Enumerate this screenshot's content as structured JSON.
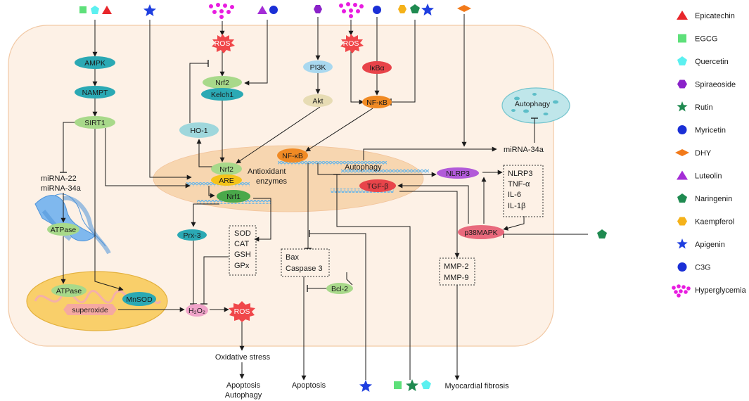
{
  "nodes": {
    "ampk": "AMPK",
    "nampt": "NAMPT",
    "sirt1": "SIRT1",
    "ros_top": "ROS",
    "nrf2_top": "Nrf2",
    "kelch1": "Kelch1",
    "ho1": "HO-1",
    "pi3k": "PI3K",
    "akt": "Akt",
    "ros_mid": "ROS",
    "ikba": "IκBα",
    "nfkb_top": "NF-κB",
    "nfkb_nuc": "NF-κB",
    "autophagy_cloud": "Autophagy",
    "mirna34a_right": "miRNA-34a",
    "autophagy_nuc": "Autophagy",
    "nrf2_nuc": "Nrf2",
    "are": "ARE",
    "antioxidant_1": "Antioxidant",
    "antioxidant_2": "enzymes",
    "nrf1": "Nrf1",
    "nlrp3": "NLRP3",
    "tgfb": "TGF-β",
    "mirna22": "miRNA-22",
    "mirna34a_left": "miRNA-34a",
    "atpase_er": "ATPase",
    "atpase_mito": "ATPase",
    "mnsod": "MnSOD",
    "superoxide": "superoxide",
    "prx3": "Prx-3",
    "h2o2": "H₂O₂",
    "ros_bottom": "ROS",
    "bcl2": "Bcl-2",
    "p38mapk": "p38MAPK"
  },
  "boxes": {
    "enzymes": [
      "SOD",
      "CAT",
      "GSH",
      "GPx"
    ],
    "cytokines": [
      "NLRP3",
      "TNF-α",
      "IL-6",
      "IL-1β"
    ],
    "bax": [
      "Bax",
      "Caspase 3"
    ],
    "mmp": [
      "MMP-2",
      "MMP-9"
    ]
  },
  "outcomes": {
    "oxidative_stress": "Oxidative stress",
    "apoptosis_autophagy_1": "Apoptosis",
    "apoptosis_autophagy_2": "Autophagy",
    "apoptosis": "Apoptosis",
    "myocardial_fibrosis": "Myocardial fibrosis"
  },
  "legend": [
    {
      "label": "Epicatechin",
      "shape": "triangle",
      "color": "#e8262b"
    },
    {
      "label": "EGCG",
      "shape": "square",
      "color": "#5ee07a"
    },
    {
      "label": "Quercetin",
      "shape": "pentagon",
      "color": "#5cf0f0"
    },
    {
      "label": "Spiraeoside",
      "shape": "hexagon",
      "color": "#8a22c9"
    },
    {
      "label": "Rutin",
      "shape": "star",
      "color": "#1f8a50"
    },
    {
      "label": "Myricetin",
      "shape": "circle",
      "color": "#1a2fd6"
    },
    {
      "label": "DHY",
      "shape": "diamond",
      "color": "#f27a1a"
    },
    {
      "label": "Luteolin",
      "shape": "triangle",
      "color": "#a42dd6"
    },
    {
      "label": "Naringenin",
      "shape": "pentagon",
      "color": "#1f8a50"
    },
    {
      "label": "Kaempferol",
      "shape": "hexagon",
      "color": "#f5b21a"
    },
    {
      "label": "Apigenin",
      "shape": "star",
      "color": "#1f3fe0"
    },
    {
      "label": "C3G",
      "shape": "circle",
      "color": "#1a2fd6"
    },
    {
      "label": "Hyperglycemia",
      "shape": "dots",
      "color": "#e81ce0"
    }
  ],
  "colors": {
    "cell_fill": "#fdf1e6",
    "cell_stroke": "#f2c9a5",
    "nucleus": "#f7d6b0",
    "mito": "#f9cf6a",
    "er": "#7fb8ee",
    "dna": "#6fb7e6",
    "teal": "#2ba9b4",
    "light_green": "#a8d98a",
    "green": "#4aa84a",
    "orange": "#f08a24",
    "red": "#e8444a",
    "purple": "#b25ad9",
    "pink": "#f0a3c9",
    "light_blue": "#a9d8ef",
    "tan": "#e7dcb4"
  }
}
